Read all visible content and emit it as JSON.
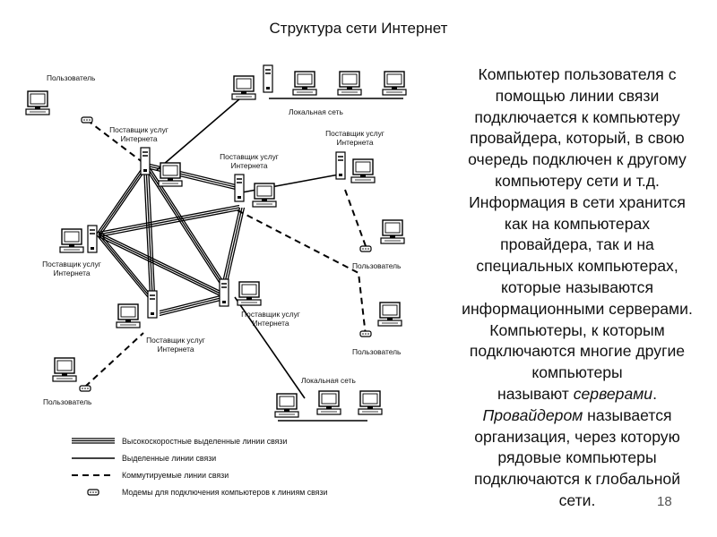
{
  "slide": {
    "title": "Структура сети Интернет",
    "page_number": "18",
    "paragraph": [
      "Компьютер пользователя с",
      "помощью линии связи",
      "подключается к компьютеру",
      "провайдера, который, в свою",
      "очередь подключен к другому",
      "компьютеру сети и т.д.",
      "Информация в сети хранится",
      "как на компьютерах",
      "провайдера, так и на",
      "специальных компьютерах,",
      "которые называются",
      "информационными серверами.",
      "Компьютеры, к которым",
      "подключаются многие другие",
      "компьютеры",
      "называют серверами.",
      "Провайдером называется",
      "организация, через которую",
      "рядовые компьютеры",
      "подключаются к глобальной",
      "сети."
    ]
  },
  "diagram": {
    "labels": {
      "user_tl": "Пользователь",
      "user_r1": "Пользователь",
      "user_r2": "Пользователь",
      "user_bl": "Пользователь",
      "provider": "Поставщик услуг",
      "internet": "Интернета",
      "lan": "Локальная сеть"
    },
    "legend": {
      "highspeed": "Высокоскоростные выделенные линии связи",
      "dedicated": "Выделенные линии связи",
      "switched": "Коммутируемые линии связи",
      "modems": "Модемы для подключения компьютеров к линиям связи"
    }
  }
}
